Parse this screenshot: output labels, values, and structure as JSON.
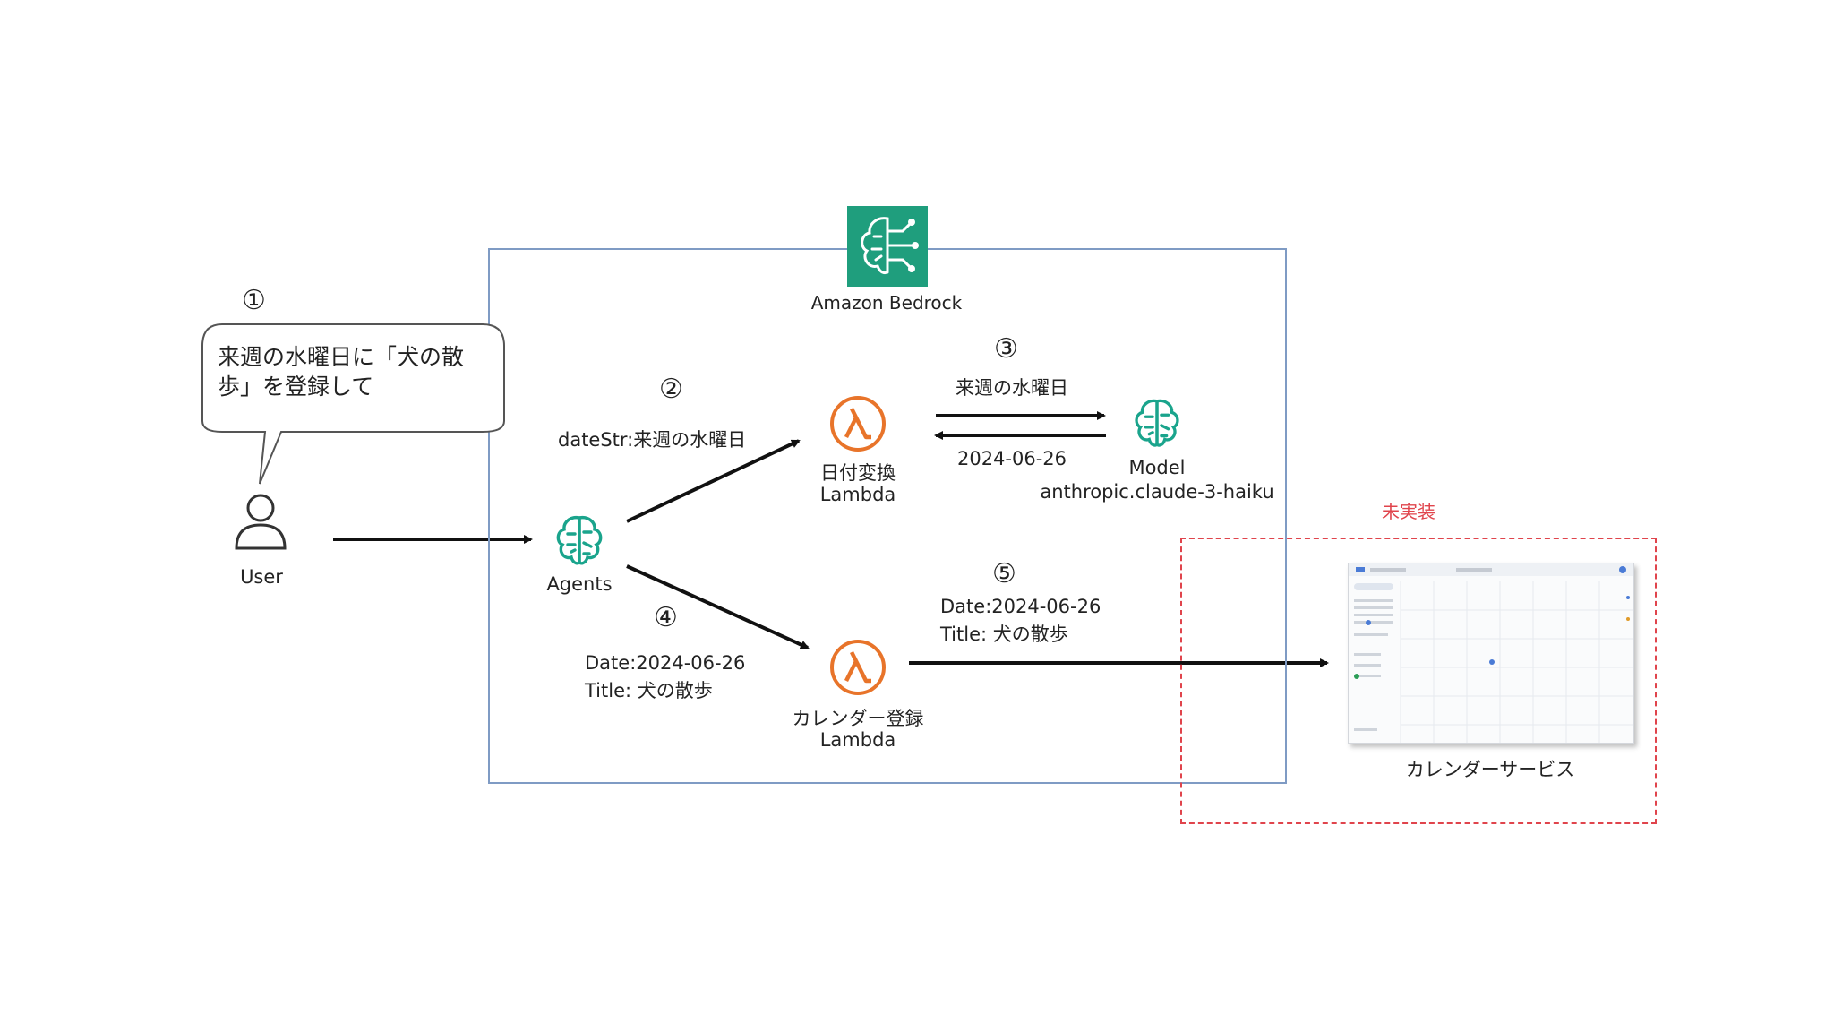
{
  "bedrock": {
    "label": "Amazon Bedrock",
    "icon": "brain-circuit-icon",
    "color": "#1f9e7d"
  },
  "steps": {
    "s1": "①",
    "s2": "②",
    "s3": "③",
    "s4": "④",
    "s5": "⑤"
  },
  "user": {
    "label": "User",
    "speech": [
      "来週の水曜日に「犬の散",
      "歩」を登録して"
    ]
  },
  "agents": {
    "label": "Agents"
  },
  "date_lambda": {
    "label1": "日付変換",
    "label2": "Lambda"
  },
  "calendar_lambda": {
    "label1": "カレンダー登録",
    "label2": "Lambda"
  },
  "model": {
    "label1": "Model",
    "label2": "anthropic.claude-3-haiku"
  },
  "edges": {
    "step2_param": "dateStr:来週の水曜日",
    "step3_request": "来週の水曜日",
    "step3_response": "2024-06-26",
    "step4_date": "Date:2024-06-26",
    "step4_title": "Title: 犬の散歩",
    "step5_date": "Date:2024-06-26",
    "step5_title": "Title: 犬の散歩"
  },
  "unimplemented": {
    "label": "未実装",
    "color": "#e0444c"
  },
  "calendar_service": {
    "label": "カレンダーサービス"
  },
  "colors": {
    "lambda": "#e8742a",
    "ai": "#1aa48c",
    "box_border": "#7f9bc4"
  }
}
